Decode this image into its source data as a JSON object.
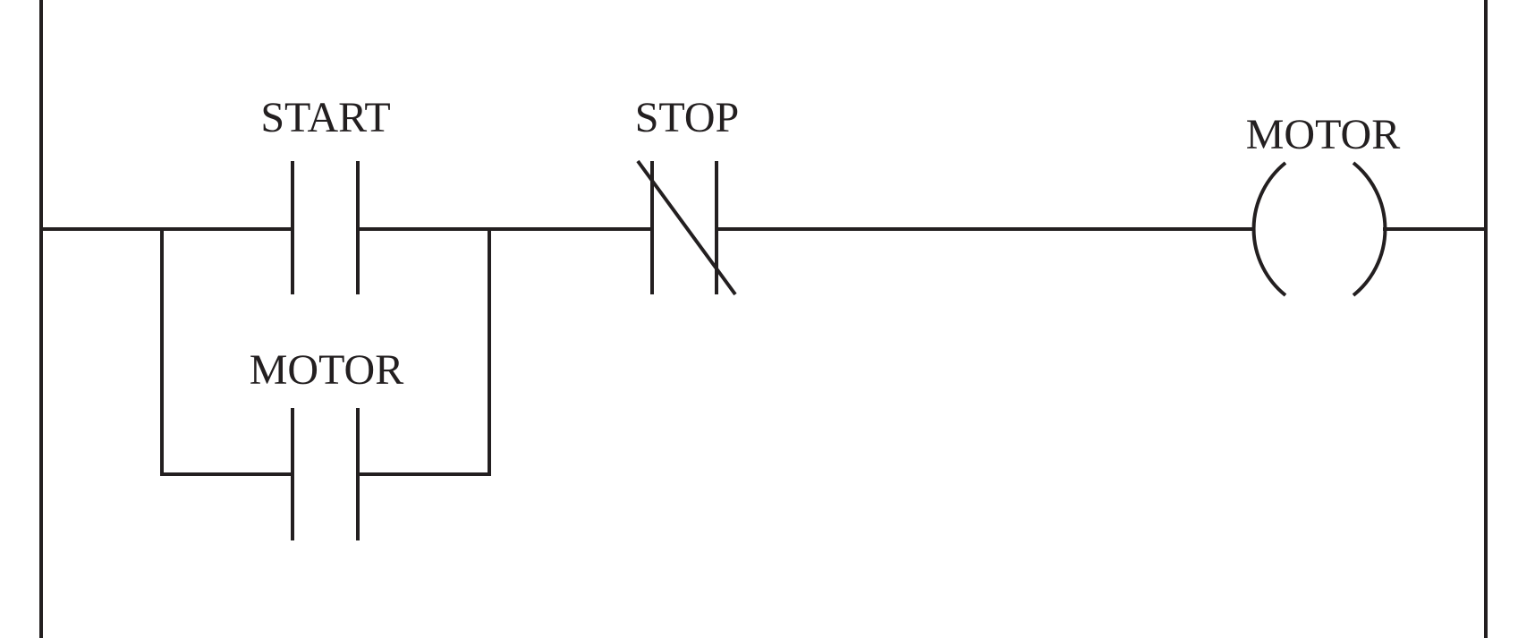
{
  "diagram": {
    "colors": {
      "line": "#231f20",
      "background": "#ffffff"
    },
    "labels": {
      "start_contact": "START",
      "stop_contact": "STOP",
      "motor_seal_in_contact": "MOTOR",
      "motor_coil": "MOTOR"
    }
  }
}
